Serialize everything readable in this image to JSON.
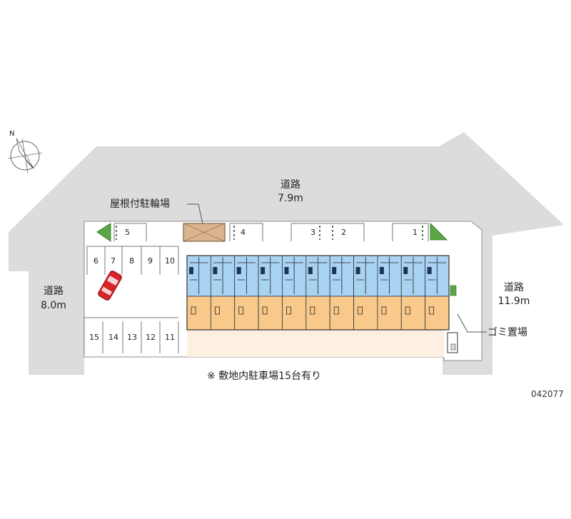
{
  "compass": {
    "north_label": "N"
  },
  "roads": {
    "top": {
      "name": "道路",
      "width": "7.9m"
    },
    "left": {
      "name": "道路",
      "width": "8.0m"
    },
    "right": {
      "name": "道路",
      "width": "11.9m"
    }
  },
  "labels": {
    "bicycle_parking": "屋根付駐輪場",
    "garbage": "ゴミ置場",
    "note": "※ 敷地内駐車場15台有り",
    "code": "042077"
  },
  "parking_slots": {
    "top_row": [
      "5",
      "4",
      "3",
      "2",
      "1"
    ],
    "middle_row": [
      "6",
      "7",
      "8",
      "9",
      "10"
    ],
    "bottom_row": [
      "15",
      "14",
      "13",
      "12",
      "11"
    ]
  },
  "building": {
    "units": 11
  },
  "colors": {
    "road": "#dcdcdc",
    "road_edge": "#8c8c8c",
    "lot": "#ffffff",
    "building_bath": "#a9d3f2",
    "building_room": "#f8c98a",
    "building_floor": "#fdf0e0",
    "bike_shed": "#d9b48f",
    "car": "#d8232a",
    "green": "#4a9a3a"
  }
}
